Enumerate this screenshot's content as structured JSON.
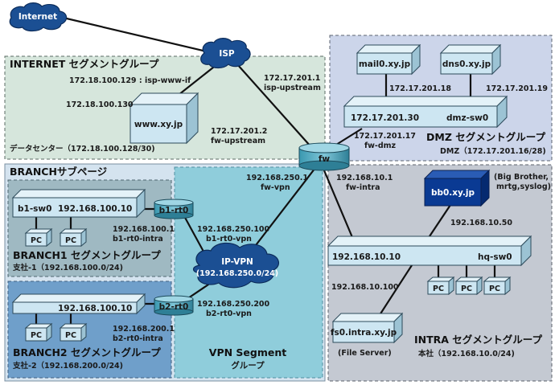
{
  "nodes": {
    "internet": "Internet",
    "isp": "ISP",
    "www": "www.xy.jp",
    "mail0": "mail0.xy.jp",
    "dns0": "dns0.xy.jp",
    "dmz_sw0": "dmz-sw0",
    "fw": "fw",
    "bb0": "bb0.xy.jp",
    "hq_sw0": "hq-sw0",
    "fs0": "fs0.intra.xy.jp",
    "b1_sw0": "b1-sw0",
    "b1_rt0": "b1-rt0",
    "b2_rt0": "b2-rt0",
    "ipvpn": "IP-VPN",
    "ipvpn_net": "(192.168.250.0/24)",
    "pc": "PC"
  },
  "groups": {
    "internet": {
      "title": "INTERNET セグメントグループ",
      "sub": "データセンター（172.18.100.128/30)"
    },
    "dmz": {
      "title": "DMZ セグメントグループ",
      "sub": "DMZ（172.17.201.16/28)"
    },
    "branch": {
      "title": "BRANCHサブページ"
    },
    "branch1": {
      "title": "BRANCH1 セグメントグループ",
      "sub": "支社-1（192.168.100.0/24)"
    },
    "branch2": {
      "title": "BRANCH2 セグメントグループ",
      "sub": "支社-2（192.168.200.0/24)"
    },
    "vpn": {
      "title": "VPN Segment",
      "sub": "グループ"
    },
    "intra": {
      "title": "INTRA セグメントグループ",
      "sub": "本社（192.168.10.0/24)"
    }
  },
  "labels": {
    "isp_www_ip": "172.18.100.129 : isp-www-if",
    "www_ip": "172.18.100.130",
    "isp_up_ip": "172.17.201.1",
    "isp_up_name": "isp-upstream",
    "fw_up_ip": "172.17.201.2",
    "fw_up_name": "fw-upstream",
    "mail_ip": "172.17.201.18",
    "dns_ip": "172.17.201.19",
    "dmz_sw_ip": "172.17.201.30",
    "fw_dmz_ip": "172.17.201.17",
    "fw_dmz_name": "fw-dmz",
    "fw_vpn_ip": "192.168.250.1",
    "fw_vpn_name": "fw-vpn",
    "fw_intra_ip": "192.168.10.1",
    "fw_intra_name": "fw-intra",
    "bb0_note1": "(Big Brother,",
    "bb0_note2": "mrtg,syslog)",
    "bb0_ip": "192.168.10.50",
    "hq_ip": "192.168.10.10",
    "fs0_ip": "192.168.10.100",
    "fs0_note": "(File Server)",
    "b1_sw_ip": "192.168.100.10",
    "b1_rt_intra_ip": "192.168.100.1",
    "b1_rt_intra_name": "b1-rt0-intra",
    "b1_rt_vpn_ip": "192.168.250.100",
    "b1_rt_vpn_name": "b1-rt0-vpn",
    "b2_sw_ip": "192.168.100.10",
    "b2_rt_intra_ip": "192.168.200.1",
    "b2_rt_intra_name": "b2-rt0-intra",
    "b2_rt_vpn_ip": "192.168.250.200",
    "b2_rt_vpn_name": "b2-rt0-vpn"
  },
  "colors": {
    "internet_bg": "#d6e6dc",
    "dmz_bg": "#ccd5ea",
    "branch_bg": "#d4e3ef",
    "branch1_bg": "#9fb9c2",
    "branch2_bg": "#6f9fca",
    "vpn_bg": "#8fcddb",
    "intra_bg": "#c4c9d2",
    "device": "#cde6f2",
    "cloud": "#1b4f93",
    "bb0": "#0a3a93"
  }
}
